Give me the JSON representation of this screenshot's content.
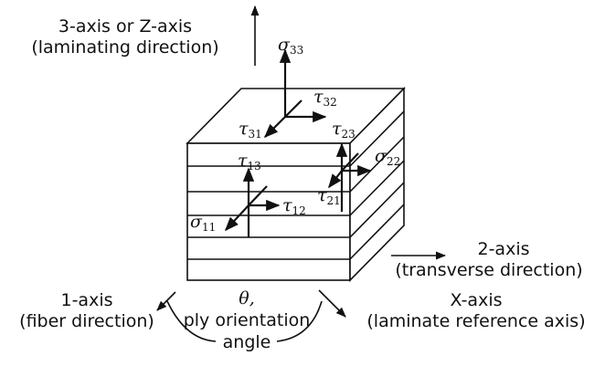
{
  "axes": {
    "z_label_line1": "3-axis or Z-axis",
    "z_label_line2": "(laminating direction)",
    "two_label_line1": "2-axis",
    "two_label_line2": "(transverse direction)",
    "one_label_line1": "1-axis",
    "one_label_line2": "(fiber direction)",
    "x_label_line1": "X-axis",
    "x_label_line2": "(laminate reference axis)"
  },
  "angle": {
    "symbol": "θ,",
    "line1": "ply orientation",
    "line2": "angle"
  },
  "stresses": {
    "s33": {
      "sym": "σ",
      "sub": "33"
    },
    "t32": {
      "sym": "τ",
      "sub": "32"
    },
    "t31": {
      "sym": "τ",
      "sub": "31"
    },
    "t23": {
      "sym": "τ",
      "sub": "23"
    },
    "s22": {
      "sym": "σ",
      "sub": "22"
    },
    "t13": {
      "sym": "τ",
      "sub": "13"
    },
    "t21": {
      "sym": "τ",
      "sub": "21"
    },
    "t12": {
      "sym": "τ",
      "sub": "12"
    },
    "s11": {
      "sym": "σ",
      "sub": "11"
    }
  }
}
